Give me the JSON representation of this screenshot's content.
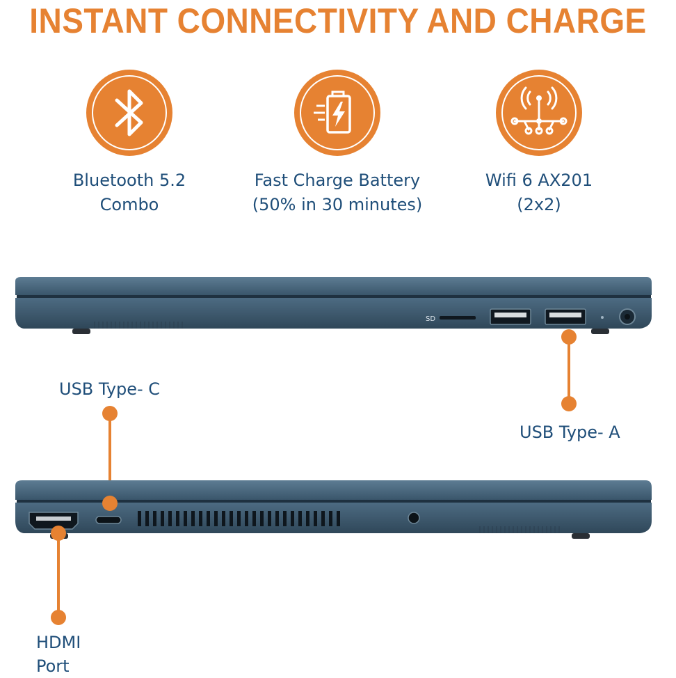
{
  "title": "INSTANT CONNECTIVITY AND CHARGE",
  "features": [
    {
      "icon": "bluetooth-icon",
      "line1": "Bluetooth 5.2",
      "line2": "Combo"
    },
    {
      "icon": "battery-charge-icon",
      "line1": "Fast Charge Battery",
      "line2": "(50% in 30 minutes)"
    },
    {
      "icon": "wifi-antenna-icon",
      "line1": "Wifi 6 AX201",
      "line2": "(2x2)"
    }
  ],
  "port_labels": {
    "sd": "SD",
    "usb_c": "USB Type- C",
    "usb_a": "USB Type- A",
    "hdmi_line1": "HDMI",
    "hdmi_line2": "Port"
  },
  "colors": {
    "accent": "#e68232",
    "label_text": "#1f4e79",
    "laptop_body": "#3c5a70"
  }
}
